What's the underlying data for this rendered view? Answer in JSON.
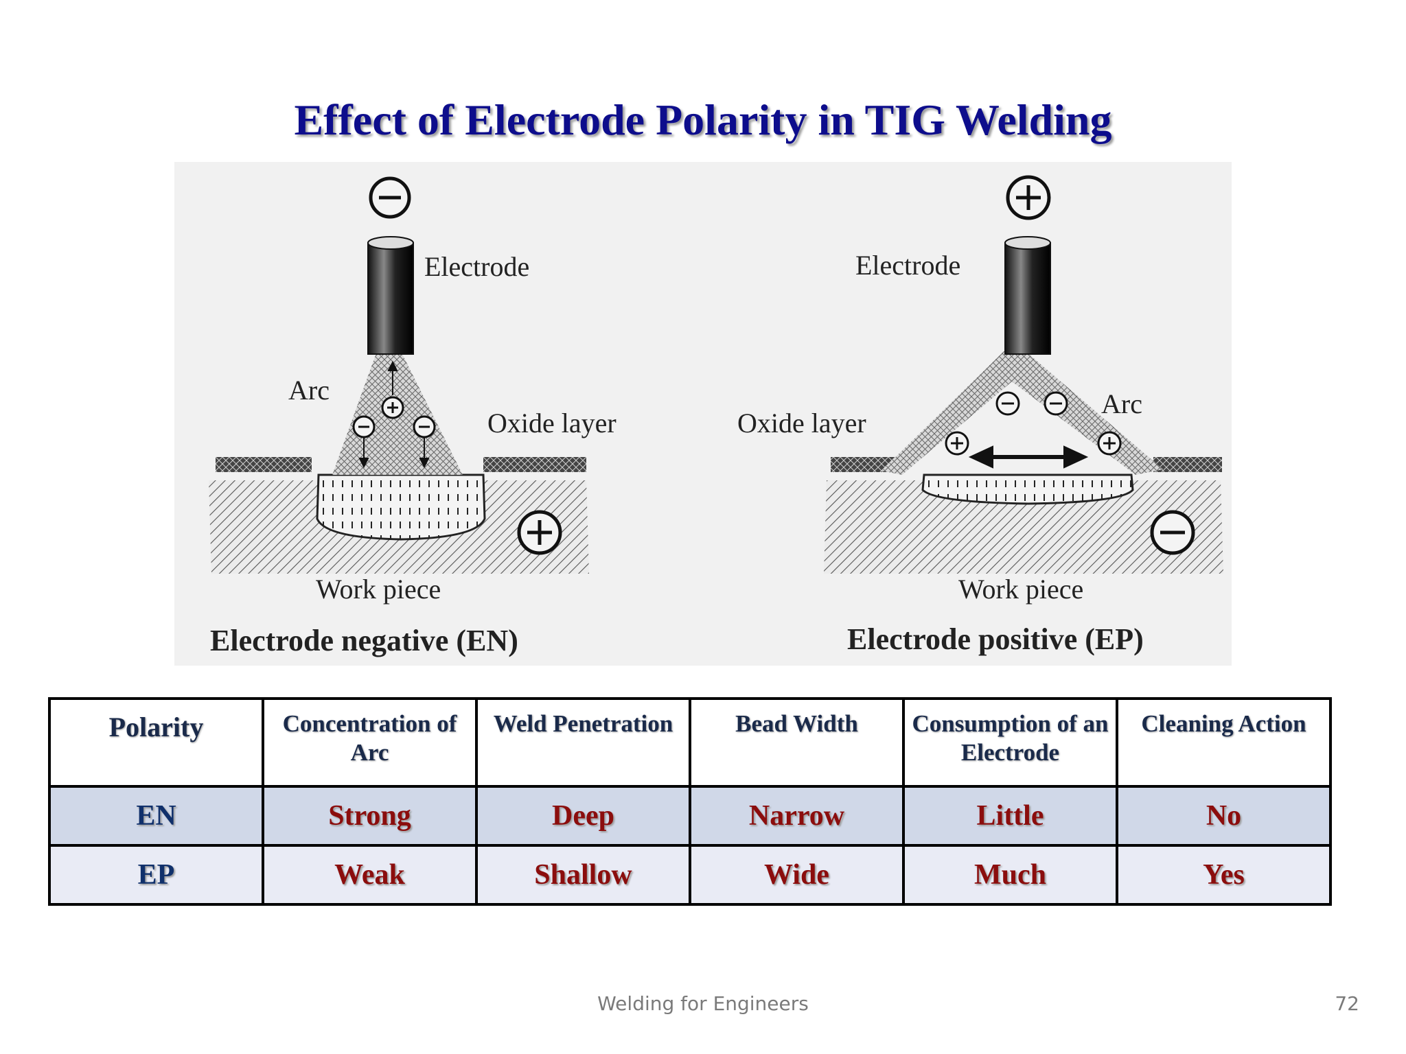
{
  "slide": {
    "title": "Effect of Electrode Polarity in TIG Welding",
    "footer": "Welding for Engineers",
    "page_number": "72"
  },
  "figure": {
    "en": {
      "electrode_label": "Electrode",
      "arc_label": "Arc",
      "oxide_label": "Oxide layer",
      "workpiece_label": "Work piece",
      "caption": "Electrode negative (EN)"
    },
    "ep": {
      "electrode_label": "Electrode",
      "arc_label": "Arc",
      "oxide_label": "Oxide layer",
      "workpiece_label": "Work piece",
      "caption": "Electrode positive (EP)"
    }
  },
  "table": {
    "headers": [
      "Polarity",
      "Concentration of Arc",
      "Weld Penetration",
      "Bead Width",
      "Consumption of an Electrode",
      "Cleaning Action"
    ],
    "rows": [
      [
        "EN",
        "Strong",
        "Deep",
        "Narrow",
        "Little",
        "No"
      ],
      [
        "EP",
        "Weak",
        "Shallow",
        "Wide",
        "Much",
        "Yes"
      ]
    ]
  }
}
